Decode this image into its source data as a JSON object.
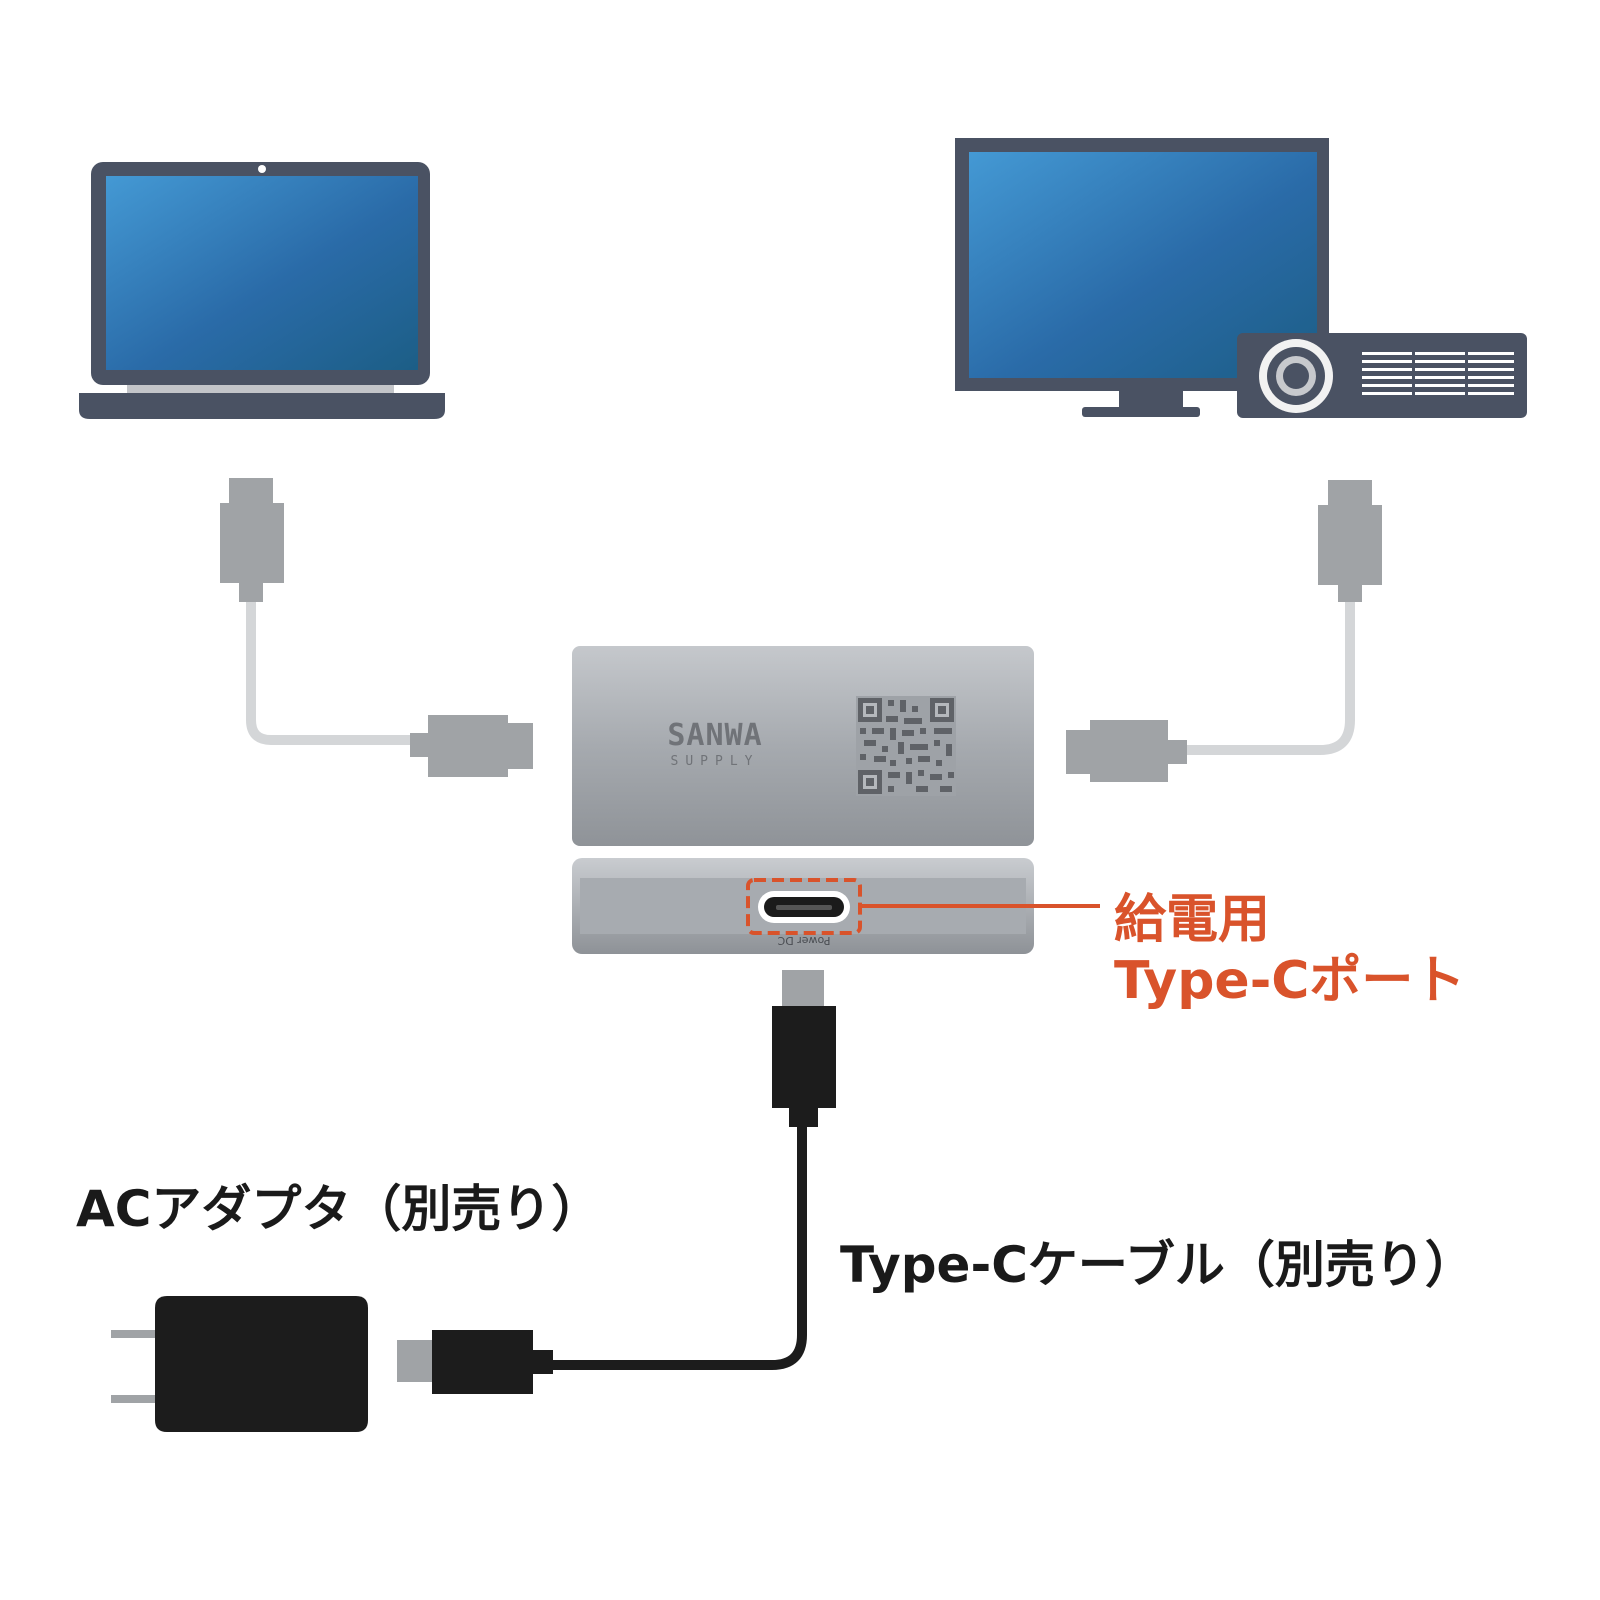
{
  "diagram": {
    "labels": {
      "ac_adapter": "ACアダプタ（別売り）",
      "type_c_cable": "Type-Cケーブル（別売り）",
      "port_line1": "給電用",
      "port_line2": "Type-Cポート"
    },
    "device": {
      "logo_top": "SANWA",
      "logo_bottom": "SUPPLY",
      "port_marking": "Power DC"
    },
    "icons": [
      "laptop-icon",
      "monitor-icon",
      "projector-icon",
      "ac-adapter-icon",
      "adapter-device"
    ],
    "colors": {
      "accent": "#d9532b",
      "screen": "#2a6ba8",
      "frame": "#4a5263",
      "device": "#a9adb3",
      "cable_gray": "#d4d6d8",
      "connector_gray": "#a0a3a6",
      "cable_black": "#1c1c1c"
    }
  }
}
